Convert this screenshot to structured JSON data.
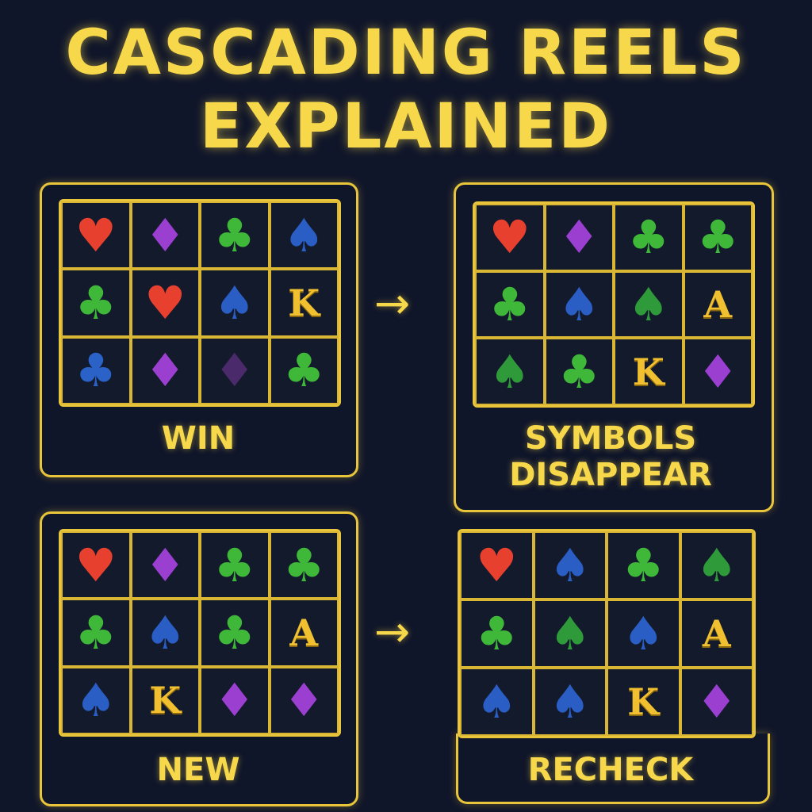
{
  "title": {
    "line1": "CASCADING REELS",
    "line2": "EXPLAINED"
  },
  "colors": {
    "heart": "#e8402e",
    "diamond": "#9a3fd0",
    "diamond_dark": "#4a2a6a",
    "club_green": "#3fb83a",
    "club_blue": "#2a62c8",
    "spade_blue": "#2a5ec4",
    "spade_green": "#2f9a3a"
  },
  "arrows": [
    "→",
    "→"
  ],
  "panels": [
    {
      "label": "WIN",
      "cells": [
        [
          "heart",
          "diamond",
          "club_green",
          "spade_blue"
        ],
        [
          "club_green",
          "heart",
          "spade_blue",
          "K"
        ],
        [
          "club_blue",
          "diamond",
          "diamond_dark",
          "club_green"
        ]
      ]
    },
    {
      "label": "SYMBOLS DISAPPEAR",
      "cells": [
        [
          "heart",
          "diamond",
          "club_green",
          "club_green"
        ],
        [
          "club_green",
          "spade_blue",
          "spade_green",
          "A"
        ],
        [
          "spade_green",
          "club_green",
          "K",
          "diamond"
        ]
      ]
    },
    {
      "label": "NEW",
      "cells": [
        [
          "heart",
          "diamond",
          "club_green",
          "club_green"
        ],
        [
          "club_green",
          "spade_blue",
          "club_green",
          "A"
        ],
        [
          "spade_blue",
          "K",
          "diamond",
          "diamond"
        ]
      ]
    },
    {
      "label": "RECHECK",
      "cells": [
        [
          "heart",
          "spade_blue",
          "club_green",
          "spade_green"
        ],
        [
          "club_green",
          "spade_green",
          "spade_blue",
          "A"
        ],
        [
          "spade_blue",
          "spade_blue",
          "K",
          "diamond"
        ]
      ]
    }
  ]
}
